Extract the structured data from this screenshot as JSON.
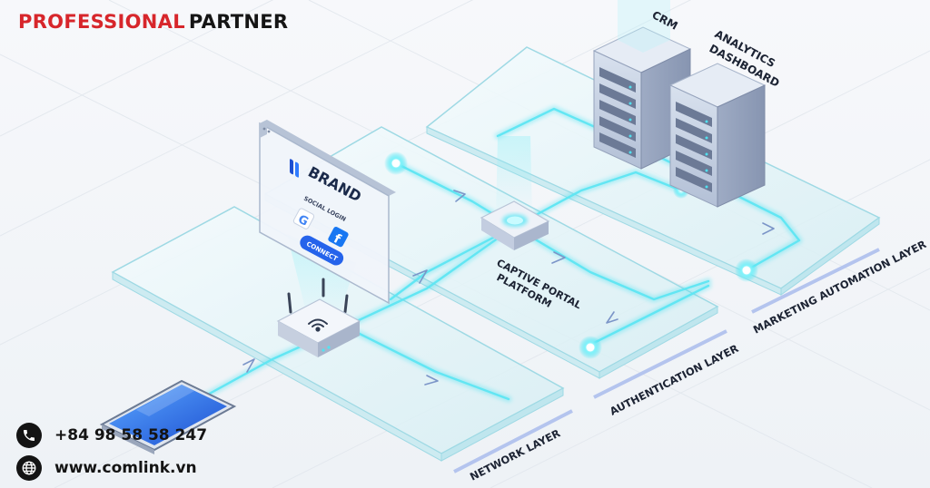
{
  "header": {
    "title_red": "PROFESSIONAL",
    "title_dark": "PARTNER"
  },
  "colors": {
    "accent_red": "#d7262b",
    "glow_cyan": "#3fe0f0",
    "layer_glass": "#dff3f7",
    "server_body": "#c9d4e6"
  },
  "diagram": {
    "layers": [
      {
        "id": "network",
        "label": "NETWORK LAYER"
      },
      {
        "id": "authentication",
        "label": "AUTHENTICATION LAYER"
      },
      {
        "id": "marketing",
        "label": "MARKETING AUTOMATION LAYER"
      }
    ],
    "portal_device_label_line1": "CAPTIVE PORTAL",
    "portal_device_label_line2": "PLATFORM",
    "servers": [
      {
        "label_line1": "CRM",
        "label_line2": ""
      },
      {
        "label_line1": "ANALYTICS",
        "label_line2": "DASHBOARD"
      }
    ],
    "login_screen": {
      "brand": "BRAND",
      "social_login": "SOCIAL LOGIN",
      "google_glyph": "G",
      "facebook_glyph": "f",
      "connect": "CONNECT"
    },
    "icons": [
      "wifi-router",
      "smartphone",
      "server-rack",
      "wifi-icon",
      "google-icon",
      "facebook-icon",
      "brand-logo-icon"
    ]
  },
  "contact": {
    "phone": "+84 98 58 58 247",
    "website": "www.comlink.vn"
  }
}
